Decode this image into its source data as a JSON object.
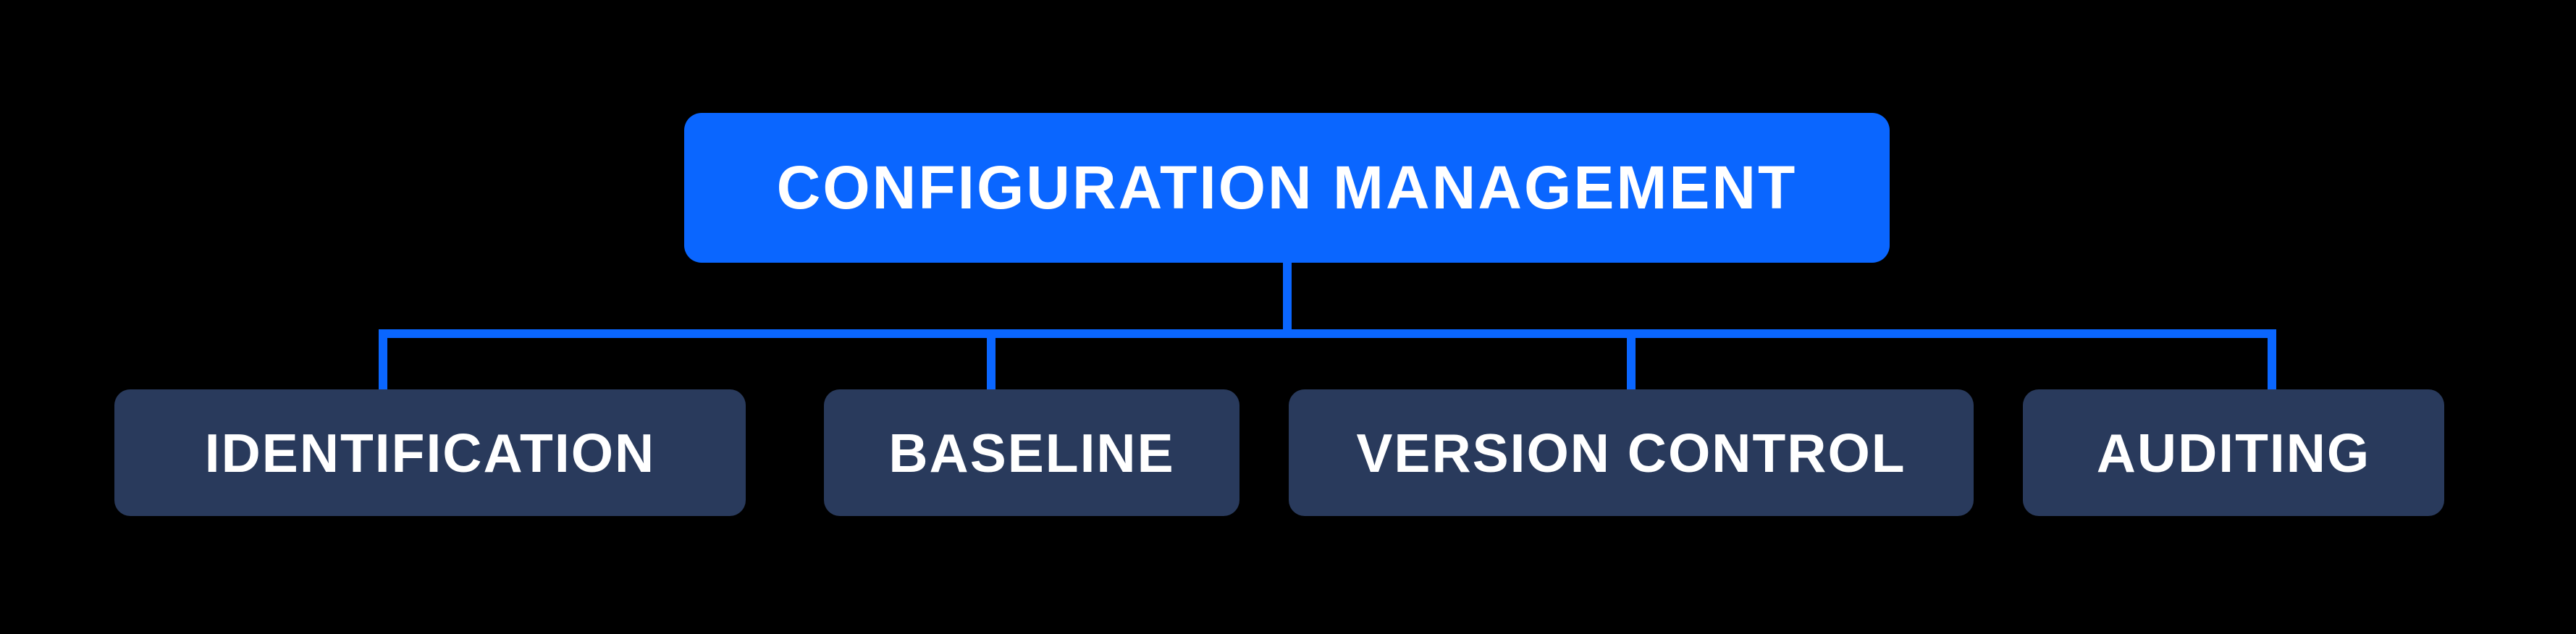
{
  "colors": {
    "background": "#000000",
    "primary_blue": "#0A66FF",
    "node_navy": "#293A5C",
    "text_white": "#FFFFFF"
  },
  "diagram": {
    "type": "hierarchy-org-chart",
    "root": {
      "label": "CONFIGURATION MANAGEMENT"
    },
    "children": [
      {
        "label": "IDENTIFICATION"
      },
      {
        "label": "BASELINE"
      },
      {
        "label": "VERSION CONTROL"
      },
      {
        "label": "AUDITING"
      }
    ]
  }
}
